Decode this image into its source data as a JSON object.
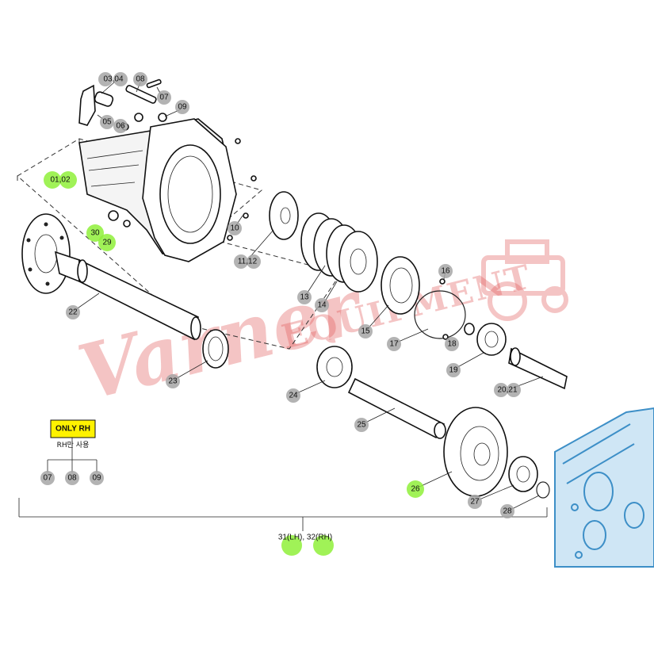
{
  "watermark": {
    "script": "Varner",
    "block": "EQUIPMENT"
  },
  "note_box": {
    "title": "ONLY RH",
    "subtitle": "RH만 사용"
  },
  "assembly_label": "31(LH), 32(RH)",
  "callouts": {
    "c0304": "03,04",
    "c08a": "08",
    "c07a": "07",
    "c09a": "09",
    "c05": "05",
    "c06": "06",
    "c0102": "01,02",
    "c30": "30",
    "c29": "29",
    "c10": "10",
    "c1112": "11,12",
    "c13": "13",
    "c14": "14",
    "c15": "15",
    "c16": "16",
    "c17": "17",
    "c18": "18",
    "c19": "19",
    "c2021": "20,21",
    "c22": "22",
    "c23": "23",
    "c24": "24",
    "c25": "25",
    "c26": "26",
    "c27": "27",
    "c28": "28",
    "c07b": "07",
    "c08b": "08",
    "c09b": "09"
  }
}
